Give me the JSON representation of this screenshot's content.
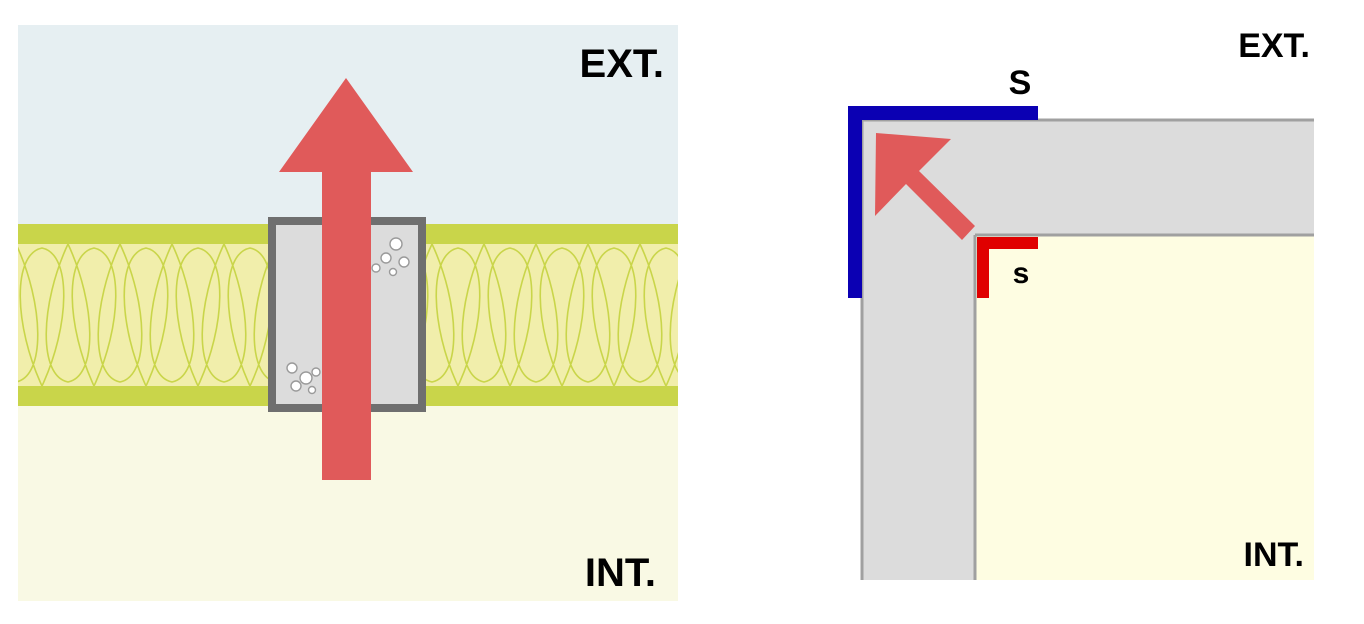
{
  "left_panel": {
    "label_exterior": "EXT.",
    "label_interior": "INT."
  },
  "right_panel": {
    "label_exterior": "EXT.",
    "label_interior": "INT.",
    "label_outer_surface": "S",
    "label_inner_surface": "s"
  },
  "colors": {
    "exterior": "#e6eff2",
    "interior": "#f9f9e4",
    "insulation_band": "#c9d54a",
    "insulation_fill": "#f1eeab",
    "insulation_pattern": "#c9d54a",
    "stud_frame": "#6f6f6f",
    "stud_fill": "#dcdcdc",
    "heat_flow_arrow": "#e05a5a",
    "wall_fill": "#dcdcdc",
    "wall_edge": "#a0a0a0",
    "room_interior": "#fefde2",
    "outer_surface_line": "#0b00b3",
    "inner_surface_line": "#e00000"
  }
}
